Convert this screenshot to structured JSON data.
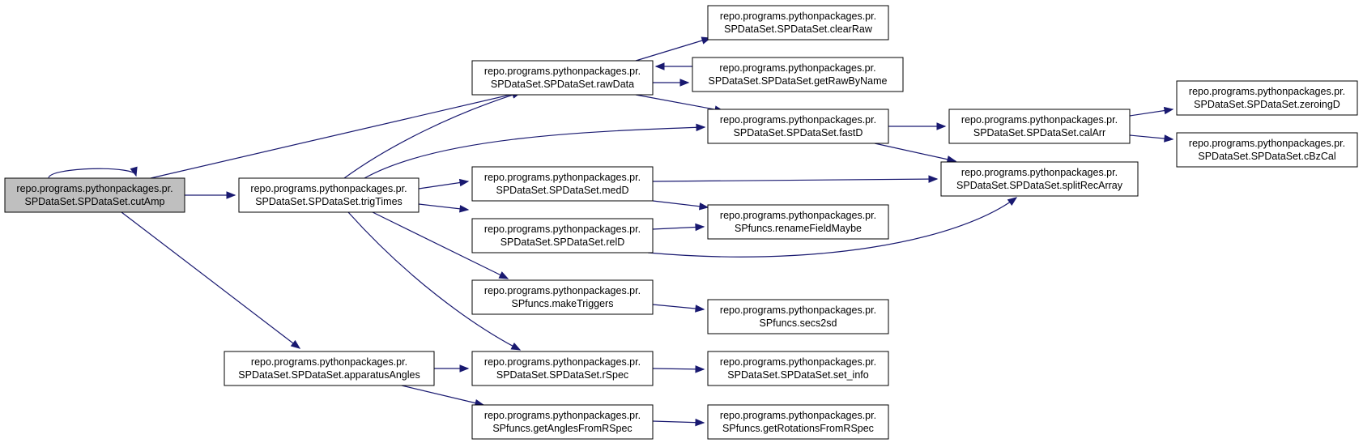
{
  "nodes": [
    {
      "id": "cutAmp",
      "line1": "repo.programs.pythonpackages.pr.",
      "line2": "SPDataSet.SPDataSet.cutAmp",
      "root": true
    },
    {
      "id": "trigTimes",
      "line1": "repo.programs.pythonpackages.pr.",
      "line2": "SPDataSet.SPDataSet.trigTimes"
    },
    {
      "id": "apparatusAngles",
      "line1": "repo.programs.pythonpackages.pr.",
      "line2": "SPDataSet.SPDataSet.apparatusAngles"
    },
    {
      "id": "rawData",
      "line1": "repo.programs.pythonpackages.pr.",
      "line2": "SPDataSet.SPDataSet.rawData"
    },
    {
      "id": "medD",
      "line1": "repo.programs.pythonpackages.pr.",
      "line2": "SPDataSet.SPDataSet.medD"
    },
    {
      "id": "relD",
      "line1": "repo.programs.pythonpackages.pr.",
      "line2": "SPDataSet.SPDataSet.relD"
    },
    {
      "id": "makeTriggers",
      "line1": "repo.programs.pythonpackages.pr.",
      "line2": "SPfuncs.makeTriggers"
    },
    {
      "id": "rSpec",
      "line1": "repo.programs.pythonpackages.pr.",
      "line2": "SPDataSet.SPDataSet.rSpec"
    },
    {
      "id": "getAnglesFromRSpec",
      "line1": "repo.programs.pythonpackages.pr.",
      "line2": "SPfuncs.getAnglesFromRSpec"
    },
    {
      "id": "clearRaw",
      "line1": "repo.programs.pythonpackages.pr.",
      "line2": "SPDataSet.SPDataSet.clearRaw"
    },
    {
      "id": "getRawByName",
      "line1": "repo.programs.pythonpackages.pr.",
      "line2": "SPDataSet.SPDataSet.getRawByName"
    },
    {
      "id": "fastD",
      "line1": "repo.programs.pythonpackages.pr.",
      "line2": "SPDataSet.SPDataSet.fastD"
    },
    {
      "id": "renameFieldMaybe",
      "line1": "repo.programs.pythonpackages.pr.",
      "line2": "SPfuncs.renameFieldMaybe"
    },
    {
      "id": "secs2sd",
      "line1": "repo.programs.pythonpackages.pr.",
      "line2": "SPfuncs.secs2sd"
    },
    {
      "id": "set_info",
      "line1": "repo.programs.pythonpackages.pr.",
      "line2": "SPDataSet.SPDataSet.set_info"
    },
    {
      "id": "getRotationsFromRSpec",
      "line1": "repo.programs.pythonpackages.pr.",
      "line2": "SPfuncs.getRotationsFromRSpec"
    },
    {
      "id": "calArr",
      "line1": "repo.programs.pythonpackages.pr.",
      "line2": "SPDataSet.SPDataSet.calArr"
    },
    {
      "id": "splitRecArray",
      "line1": "repo.programs.pythonpackages.pr.",
      "line2": "SPDataSet.SPDataSet.splitRecArray"
    },
    {
      "id": "zeroingD",
      "line1": "repo.programs.pythonpackages.pr.",
      "line2": "SPDataSet.SPDataSet.zeroingD"
    },
    {
      "id": "cBzCal",
      "line1": "repo.programs.pythonpackages.pr.",
      "line2": "SPDataSet.SPDataSet.cBzCal"
    }
  ],
  "edges": [
    {
      "from": "cutAmp",
      "to": "cutAmp"
    },
    {
      "from": "cutAmp",
      "to": "rawData"
    },
    {
      "from": "cutAmp",
      "to": "trigTimes"
    },
    {
      "from": "cutAmp",
      "to": "apparatusAngles"
    },
    {
      "from": "trigTimes",
      "to": "rawData"
    },
    {
      "from": "trigTimes",
      "to": "fastD"
    },
    {
      "from": "trigTimes",
      "to": "medD"
    },
    {
      "from": "trigTimes",
      "to": "relD"
    },
    {
      "from": "trigTimes",
      "to": "makeTriggers"
    },
    {
      "from": "trigTimes",
      "to": "rSpec"
    },
    {
      "from": "apparatusAngles",
      "to": "rSpec"
    },
    {
      "from": "apparatusAngles",
      "to": "getAnglesFromRSpec"
    },
    {
      "from": "rawData",
      "to": "clearRaw"
    },
    {
      "from": "rawData",
      "to": "getRawByName"
    },
    {
      "from": "getRawByName",
      "to": "rawData"
    },
    {
      "from": "rawData",
      "to": "fastD"
    },
    {
      "from": "fastD",
      "to": "calArr"
    },
    {
      "from": "fastD",
      "to": "splitRecArray"
    },
    {
      "from": "calArr",
      "to": "zeroingD"
    },
    {
      "from": "calArr",
      "to": "cBzCal"
    },
    {
      "from": "medD",
      "to": "splitRecArray"
    },
    {
      "from": "medD",
      "to": "renameFieldMaybe"
    },
    {
      "from": "relD",
      "to": "renameFieldMaybe"
    },
    {
      "from": "relD",
      "to": "splitRecArray"
    },
    {
      "from": "makeTriggers",
      "to": "secs2sd"
    },
    {
      "from": "rSpec",
      "to": "set_info"
    },
    {
      "from": "getAnglesFromRSpec",
      "to": "getRotationsFromRSpec"
    }
  ],
  "colors": {
    "edge": "#191970",
    "root_fill": "#bfbfbf",
    "node_fill": "#ffffff",
    "border": "#000000"
  }
}
